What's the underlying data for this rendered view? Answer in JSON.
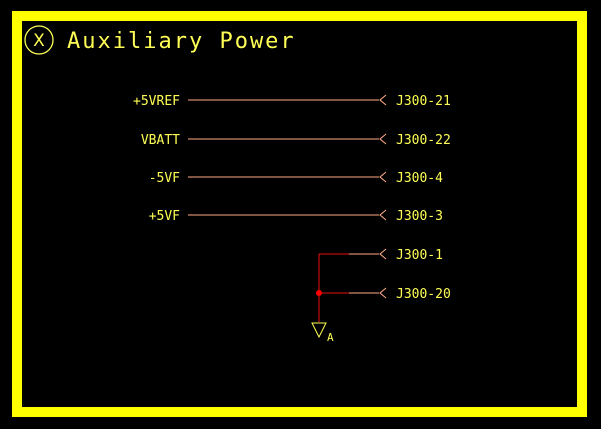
{
  "sheet": {
    "title": "Auxiliary Power",
    "marker": "X"
  },
  "nets": [
    {
      "name": "+5VREF",
      "connector": "J300-21"
    },
    {
      "name": "VBATT",
      "connector": "J300-22"
    },
    {
      "name": "-5VF",
      "connector": "J300-4"
    },
    {
      "name": "+5VF",
      "connector": "J300-3"
    }
  ],
  "ground_nets": [
    {
      "connector": "J300-1"
    },
    {
      "connector": "J300-20"
    }
  ],
  "ground_symbol": {
    "label": "A"
  },
  "colors": {
    "background": "#000000",
    "border": "#ffff00",
    "text": "#ffff55",
    "wire": "#ffaa88",
    "ground_wire": "#ee1111",
    "junction": "#ff0000"
  }
}
